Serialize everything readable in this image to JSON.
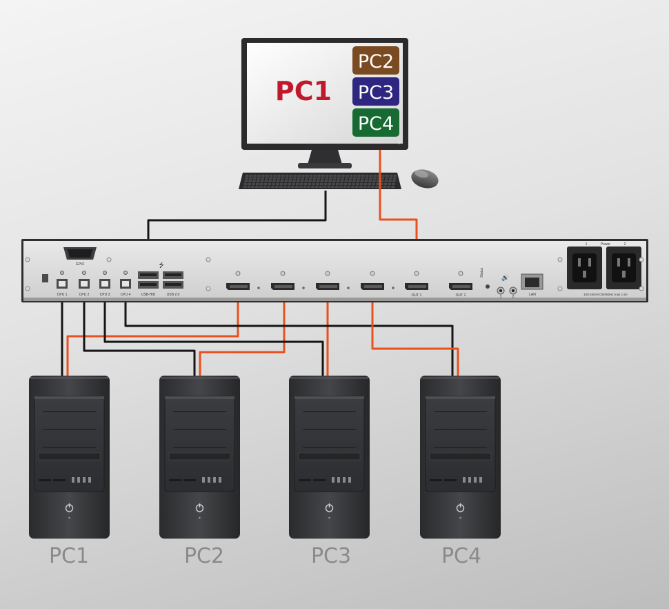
{
  "monitor": {
    "main_label": "PC1",
    "pip_windows": [
      {
        "label": "PC2",
        "color": "#7a4a22"
      },
      {
        "label": "PC3",
        "color": "#2e2680"
      },
      {
        "label": "PC4",
        "color": "#166a32"
      }
    ],
    "main_label_color": "#c0182c"
  },
  "kvm": {
    "top_labels": {
      "gpio": "GPIO",
      "power": "Power",
      "power_1": "1",
      "power_2": "2",
      "status": "Status"
    },
    "usb_device_ports": [
      "CPU 1",
      "CPU 2",
      "CPU 3",
      "CPU 4"
    ],
    "usb_host_labels": [
      "USB-HID",
      "USB 2.0"
    ],
    "video_outputs": [
      "OUT 1",
      "OUT 2"
    ],
    "audio_jacks": [
      "1",
      "2"
    ],
    "lan_label": "LAN",
    "power_spec": "100-240VAC/50/60Hz max 1.5A"
  },
  "computers": [
    "PC1",
    "PC2",
    "PC3",
    "PC4"
  ],
  "colors": {
    "video_cable": "#e8501e",
    "usb_cable": "#151515"
  }
}
